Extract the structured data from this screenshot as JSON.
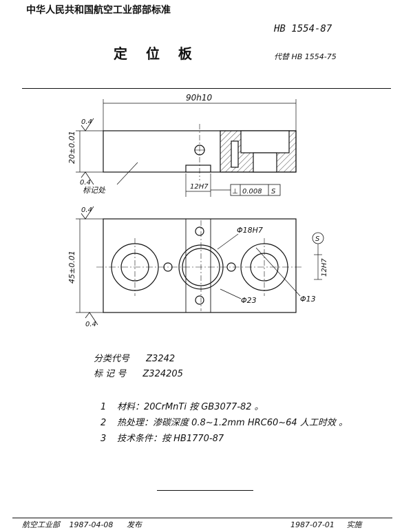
{
  "header": {
    "org": "中华人民共和国航空工业部部标准",
    "std_no": "HB 1554-87",
    "title": "定 位 板",
    "replaces": "代替 HB 1554-75"
  },
  "drawing": {
    "top_view": {
      "dim_width": "90h10",
      "dim_height": "20±0.01",
      "roughness": "0.4",
      "roughness_bottom": "0.4",
      "mark_label": "标记处",
      "dim_slot": "12H7",
      "tolerance_symbol": "⊥",
      "tolerance_value": "0.008",
      "tolerance_datum": "S"
    },
    "plan_view": {
      "roughness_top": "0.4",
      "roughness_bottom": "0.4",
      "dim_height": "45±0.01",
      "dim_hole": "Φ18H7",
      "dim_counterbore": "Φ23",
      "dim_through": "Φ13",
      "dim_slot": "12H7",
      "datum": "S"
    }
  },
  "codes": {
    "class_code_label": "分类代号",
    "class_code_value": "Z3242",
    "mark_code_label": "标 记 号",
    "mark_code_value": "Z324205"
  },
  "notes": [
    {
      "num": "1",
      "text": "材料：20CrMnTi 按 GB3077-82 。"
    },
    {
      "num": "2",
      "text": "热处理：渗碳深度 0.8~1.2mm    HRC60~64  人工时效 。"
    },
    {
      "num": "3",
      "text": "技术条件：按 HB1770-87"
    }
  ],
  "footer": {
    "issuer": "航空工业部",
    "issue_date": "1987-04-08",
    "issue_label": "发布",
    "impl_date": "1987-07-01",
    "impl_label": "实施"
  }
}
